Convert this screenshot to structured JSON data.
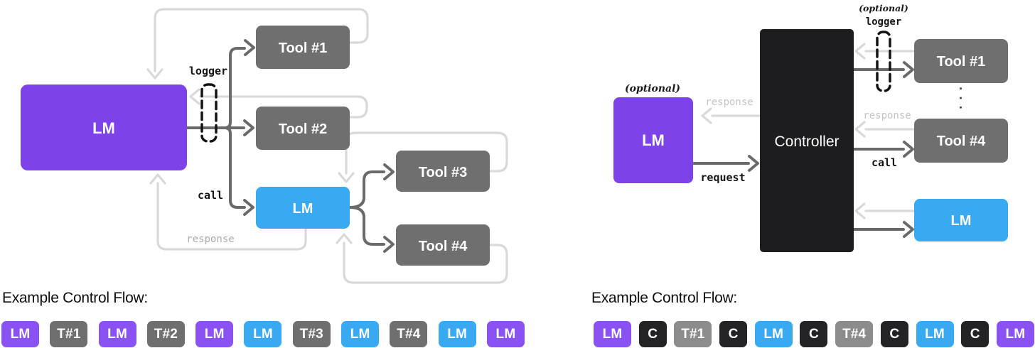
{
  "background": "#FFFFFF",
  "colors": {
    "purple_box": "#7D43E8",
    "purple_badge": "#8A52F2",
    "blue": "#39A9F1",
    "gray_box": "#6F6F6F",
    "gray_badge_light": "#8C8C8C",
    "black_box": "#1D1D1F",
    "black_badge": "#232325",
    "line_light": "#D9D9D9",
    "line_dark": "#6A6A6A",
    "dash_black": "#121212",
    "label_gray": "#A9A9A9",
    "label_gray_light": "#C4C4C4",
    "dots": "#4A4A4A"
  },
  "left_diagram": {
    "nodes": {
      "lm_main": "LM",
      "tool1": "Tool #1",
      "tool2": "Tool #2",
      "lm_sub": "LM",
      "tool3": "Tool #3",
      "tool4": "Tool #4"
    },
    "edge_labels": {
      "logger": "logger",
      "call": "call",
      "response": "response"
    }
  },
  "right_diagram": {
    "nodes": {
      "lm": "LM",
      "controller": "Controller",
      "tool1": "Tool #1",
      "tool4": "Tool #4",
      "lm_sub": "LM"
    },
    "edge_labels": {
      "optional_lm": "(optional)",
      "response_lm": "response",
      "request": "request",
      "optional_logger": "(optional)",
      "logger": "logger",
      "response_tools": "response",
      "call": "call",
      "ellipsis": "···"
    }
  },
  "left_flow": {
    "title": "Example Control Flow:",
    "badges": [
      {
        "label": "LM",
        "color": "#8A52F2"
      },
      {
        "label": "T#1",
        "color": "#6F6F6F"
      },
      {
        "label": "LM",
        "color": "#8A52F2"
      },
      {
        "label": "T#2",
        "color": "#6F6F6F"
      },
      {
        "label": "LM",
        "color": "#8A52F2"
      },
      {
        "label": "LM",
        "color": "#39A9F1"
      },
      {
        "label": "T#3",
        "color": "#6F6F6F"
      },
      {
        "label": "LM",
        "color": "#39A9F1"
      },
      {
        "label": "T#4",
        "color": "#6F6F6F"
      },
      {
        "label": "LM",
        "color": "#39A9F1"
      },
      {
        "label": "LM",
        "color": "#8A52F2"
      }
    ]
  },
  "right_flow": {
    "title": "Example Control Flow:",
    "badges": [
      {
        "label": "LM",
        "color": "#8A52F2"
      },
      {
        "label": "C",
        "color": "#232325"
      },
      {
        "label": "T#1",
        "color": "#8C8C8C"
      },
      {
        "label": "C",
        "color": "#232325"
      },
      {
        "label": "LM",
        "color": "#39A9F1"
      },
      {
        "label": "C",
        "color": "#232325"
      },
      {
        "label": "T#4",
        "color": "#8C8C8C"
      },
      {
        "label": "C",
        "color": "#232325"
      },
      {
        "label": "LM",
        "color": "#39A9F1"
      },
      {
        "label": "C",
        "color": "#232325"
      },
      {
        "label": "LM",
        "color": "#8A52F2"
      }
    ]
  }
}
